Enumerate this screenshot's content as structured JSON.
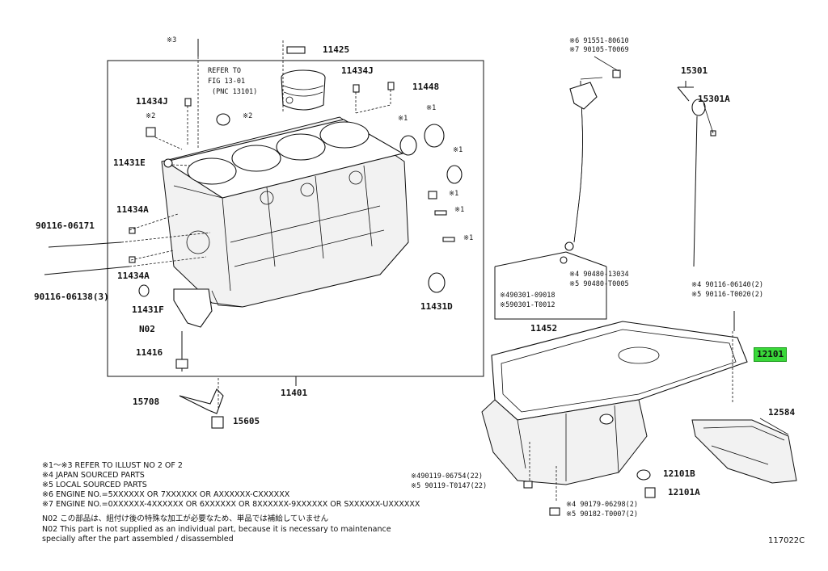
{
  "labels": {
    "p11425": "11425",
    "refer": [
      "REFER TO",
      "FIG 13-01",
      "(PNC 13101)"
    ],
    "p11434J_top": "11434J",
    "p11448": "11448",
    "p11434J_left": "11434J",
    "p11431E": "11431E",
    "p11434A_top": "11434A",
    "p11434A_bot": "11434A",
    "p90116_06171": "90116-06171",
    "p90116_06138": "90116-06138(3)",
    "p11431F": "11431F",
    "pN02": "N02",
    "p11416": "11416",
    "p11431D": "11431D",
    "p11401": "11401",
    "p15708": "15708",
    "p15605": "15605",
    "mark3": "※3",
    "mark2a": "※2",
    "mark2b": "※2",
    "mark1": [
      "※1",
      "※1",
      "※1",
      "※1",
      "※1",
      "※1"
    ],
    "p6_91551": "※6 91551-80610",
    "p7_90105": "※7 90105-T0069",
    "p15301": "15301",
    "p15301A": "15301A",
    "p4_90480": "※4 90480-13034",
    "p5_90480": "※5 90480-T0005",
    "p4_90301": "※490301-09018",
    "p5_90301": "※590301-T0012",
    "p11452": "11452",
    "p4_90116": "※4 90116-06140(2)",
    "p5_90116": "※5 90116-T0020(2)",
    "p12101": "12101",
    "p12584": "12584",
    "p4_90119": "※490119-06754(22)",
    "p5_90119": "※5 90119-T0147(22)",
    "p12101B": "12101B",
    "p12101A": "12101A",
    "p4_90179": "※4 90179-06298(2)",
    "p5_90182": "※5 90182-T0007(2)",
    "figcode": "117022C"
  },
  "notes": [
    "※1～※3  REFER TO ILLUST NO  2 OF 2",
    "※4 JAPAN SOURCED PARTS",
    "※5 LOCAL SOURCED PARTS",
    "※6 ENGINE NO.=5XXXXXX OR 7XXXXXX OR AXXXXXX-CXXXXXX",
    "※7 ENGINE NO.=0XXXXXX-4XXXXXX OR 6XXXXXX OR 8XXXXXX-9XXXXXX OR SXXXXXX-UXXXXXX",
    "N02  この部品は、組付け後の特殊な加工が必要なため、単品では補給していません",
    "N02  This part is not supplied as an individual part, because it is necessary to maintenance",
    "      specially after the part assembled / disassembled"
  ],
  "colors": {
    "highlight": "#39d839",
    "line": "#111111"
  }
}
